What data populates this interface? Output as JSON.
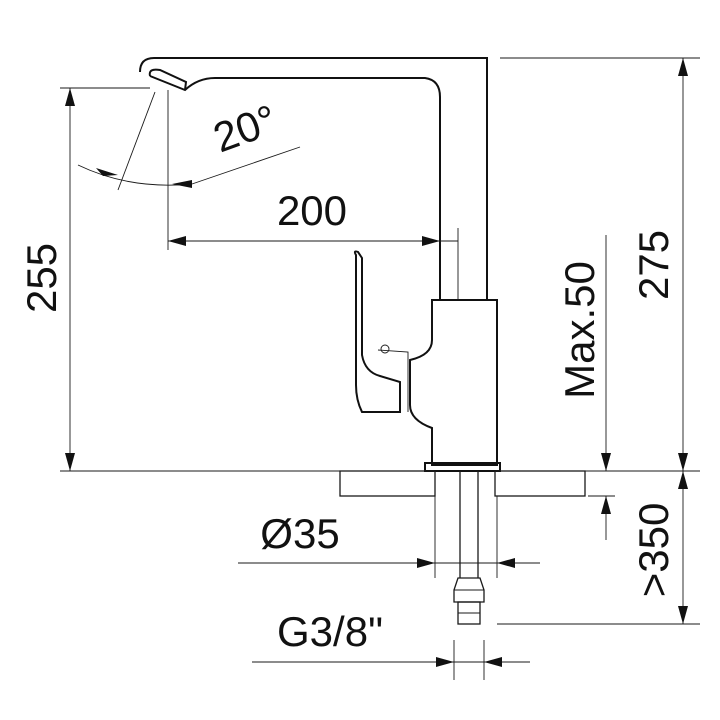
{
  "dimensions": {
    "spout_angle": "20°",
    "spout_reach": "200",
    "spout_height": "255",
    "total_height": "275",
    "max_counter_thickness": "Max.50",
    "hose_length": ">350",
    "mounting_hole": "Ø35",
    "connection_thread": "G3/8\""
  },
  "colors": {
    "line": "#1a1a1a",
    "background": "#ffffff"
  }
}
